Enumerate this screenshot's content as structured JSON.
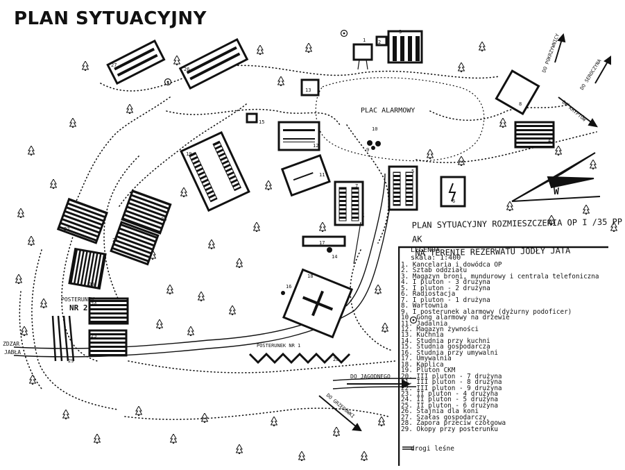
{
  "title": "PLAN SYTUACYJNY",
  "map_heading": {
    "line1": "PLAN SYTUACYJNY ROZMIESZCZENIA OP I /35 PP AK",
    "line2": "NA TERENIE REZERWATU JODŁY JATA"
  },
  "labels": {
    "plac": "PLAC ALARMOWY",
    "posterunek2_a": "POSTERUNEK",
    "posterunek2_b": "NR 2",
    "posterunek1": "POSTERUNEK NR 1",
    "do_zdzar": "ZDZAR",
    "do_zdzar_b": "JABŁA",
    "do_jagodnego": "DO JAGODNEGO",
    "do_grzedowki": "DO GRZĘDÓWKI",
    "do_pokrzywnicy": "DO POKRZYWNICY",
    "do_kryptow": "DO KRYPTÓW",
    "do_seroczyna": "DO SEROCZYNA",
    "wind": "W"
  },
  "legend": {
    "title": "LEGENDA",
    "scale": "skala: 1:400",
    "items": [
      "1.  Kancelaria i dowódca OP",
      "2.  Sztab oddziału",
      "3.  Magazyn broni, mundurowy i centrala telefoniczna",
      "4.   I pluton - 3 drużyna",
      "5.   I pluton - 2 drużyna",
      "6.  Radiostacja",
      "7.   I pluton - 1 drużyna",
      "8.  Wartownia",
      "9.   I posterunek alarmowy (dyżurny podoficer)",
      "10. Gong alarmowy na drzewie",
      "11. Jadalnia",
      "12. Magazyn żywności",
      "13. Kuchnia",
      "14. Studnia przy kuchni",
      "15. Studnia gospodarcza",
      "16. Studnia przy umywalni",
      "17. Umywalnia",
      "18. Kaplica",
      "19. Pluton CKM",
      "20. III pluton - 7 drużyna",
      "21. III pluton - 8 drużyna",
      "22. III pluton - 9 drużyna",
      "23.  II pluton - 4 drużyna",
      "24.  II pluton - 5 drużyna",
      "25.  II pluton - 6 drużyna",
      "26. Stajnia dla koni",
      "27. Szałas gospodarczy",
      "28. Zapora przeciw czołgowa",
      "29. Okopy przy posterunku"
    ],
    "roads": "drogi leśne"
  },
  "building_numbers": [
    "1",
    "2",
    "3",
    "4",
    "5",
    "6",
    "7",
    "8",
    "9",
    "10",
    "11",
    "12",
    "13",
    "14",
    "15",
    "16",
    "17",
    "18",
    "19",
    "20",
    "21",
    "22",
    "23",
    "24",
    "25",
    "26",
    "27",
    "28",
    "29"
  ]
}
